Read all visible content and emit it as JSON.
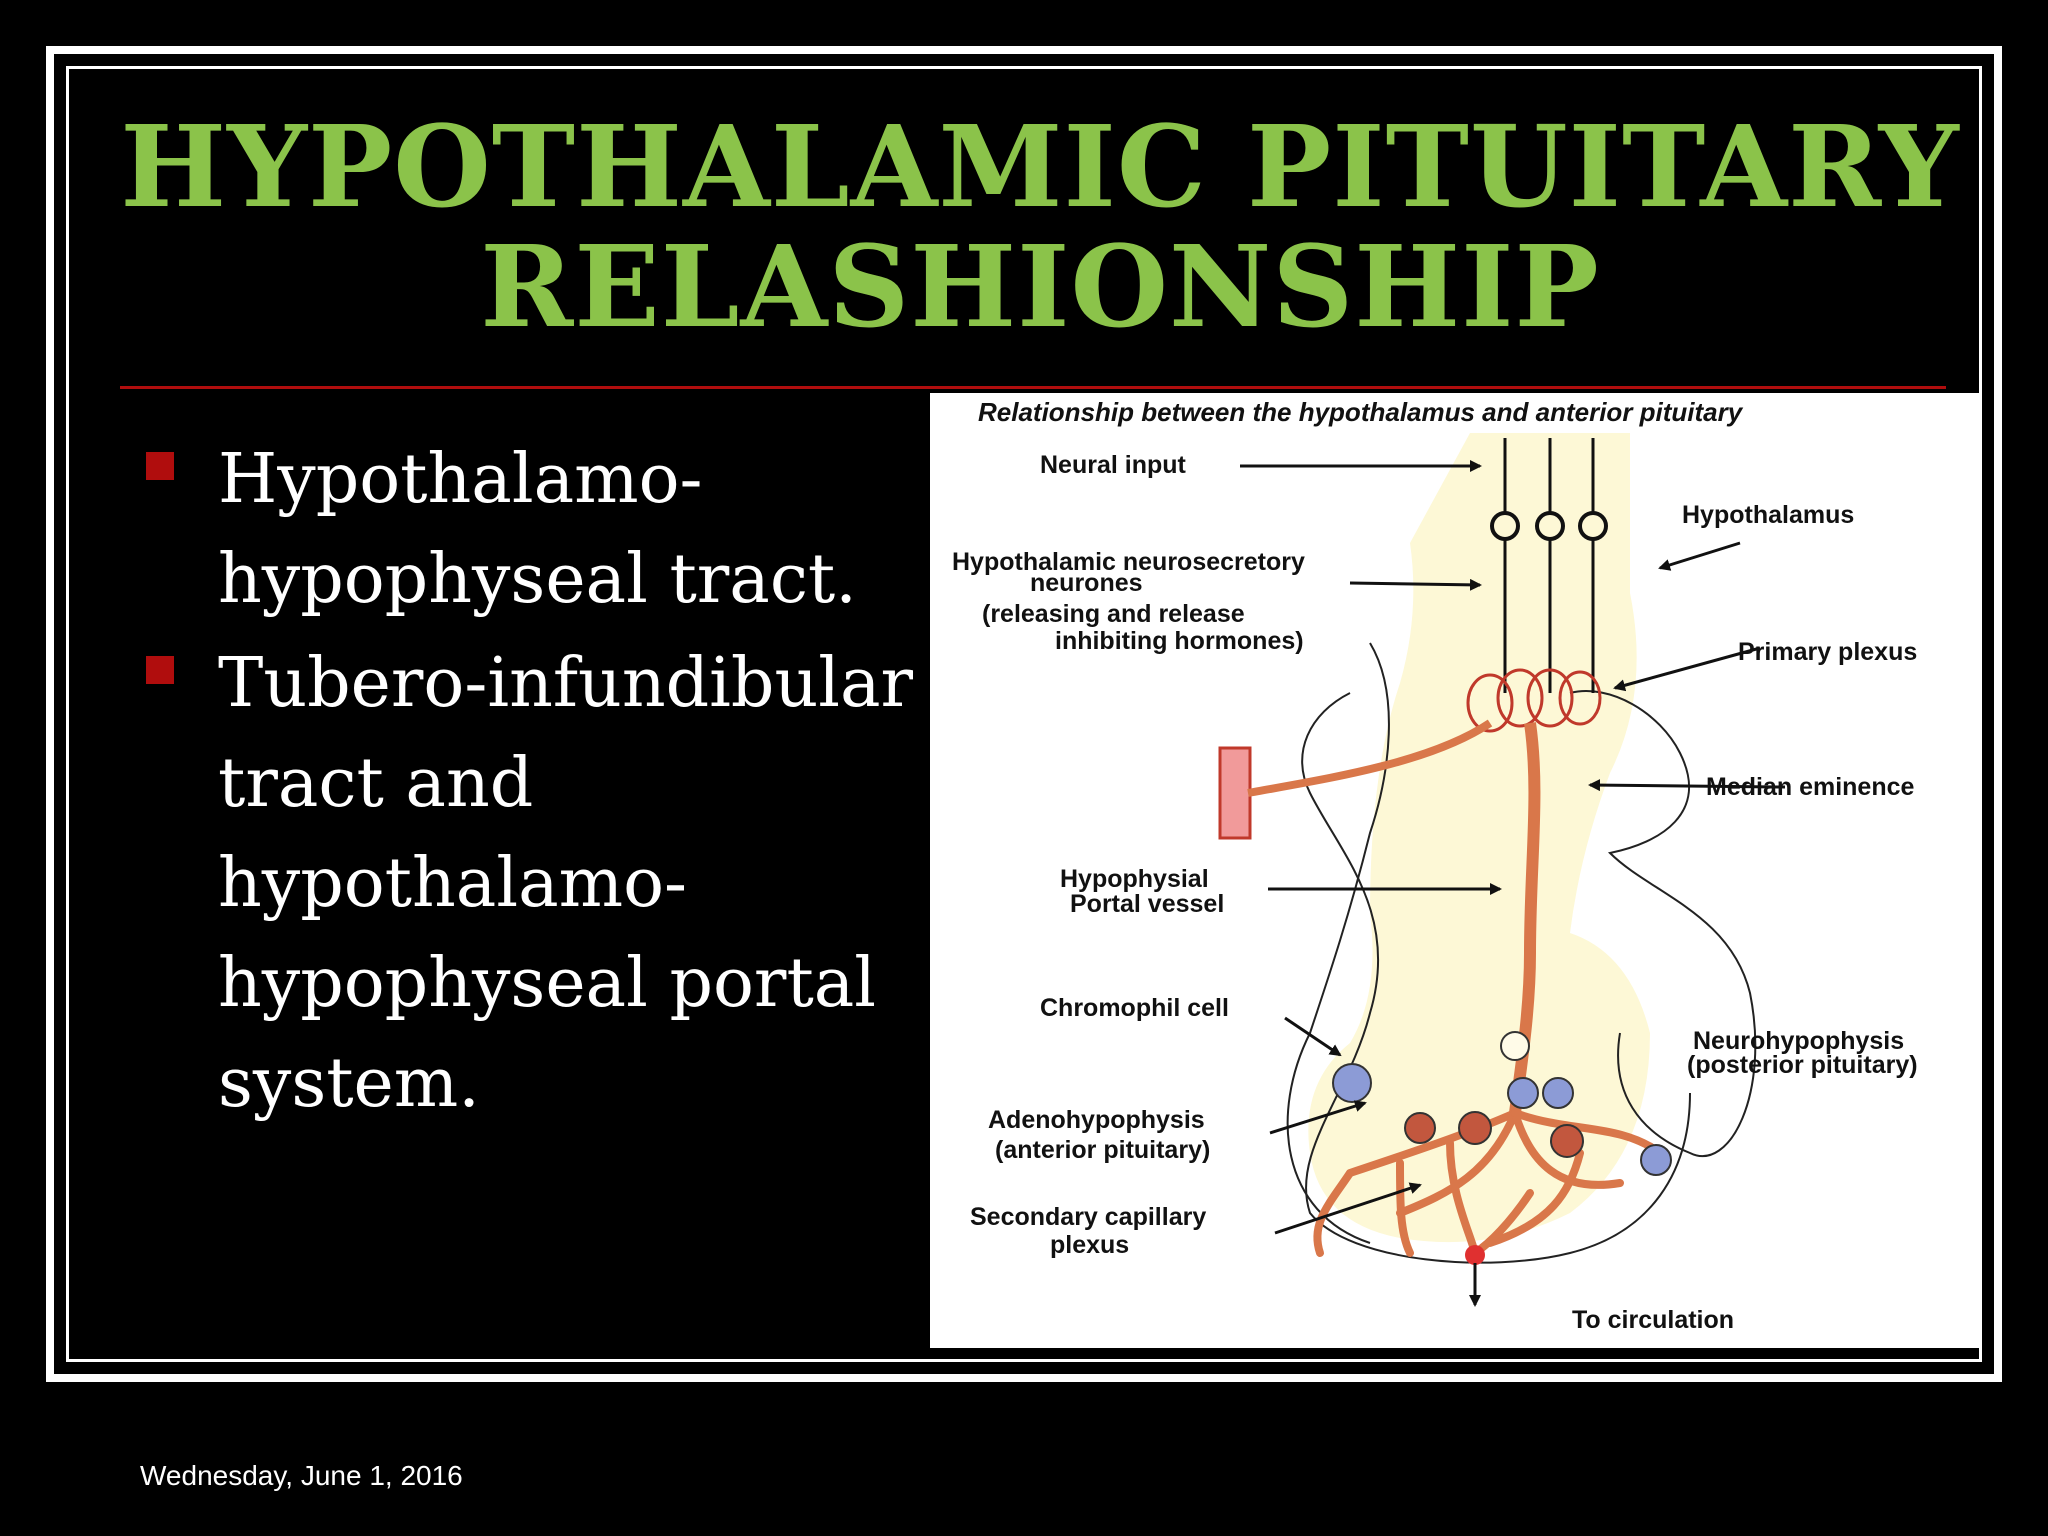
{
  "slide": {
    "title_line1": "HYPOTHALAMIC PITUITARY",
    "title_line2": "RELASHIONSHIP",
    "bullets": [
      "Hypothalamo-hypophyseal tract.",
      "Tubero-infundibular tract and hypothalamo-hypophyseal portal system."
    ],
    "footer_date": "Wednesday, June 1, 2016"
  },
  "diagram": {
    "title": "Relationship between the hypothalamus and anterior pituitary",
    "labels": {
      "neural_input": "Neural input",
      "hypothalamus": "Hypothalamus",
      "neurosecretory_line1": "Hypothalamic neurosecretory",
      "neurosecretory_line2": "neurones",
      "neurosecretory_line3": "(releasing and release",
      "neurosecretory_line4": "inhibiting hormones)",
      "primary_plexus": "Primary plexus",
      "median_eminence": "Median eminence",
      "portal_line1": "Hypophysial",
      "portal_line2": "Portal vessel",
      "chromophil": "Chromophil cell",
      "neurohypophysis_line1": "Neurohypophysis",
      "neurohypophysis_line2": "(posterior pituitary)",
      "adenohypophysis_line1": "Adenohypophysis",
      "adenohypophysis_line2": "(anterior pituitary)",
      "secondary_line1": "Secondary capillary",
      "secondary_line2": "plexus",
      "to_circulation": "To circulation"
    },
    "colors": {
      "vessel": "#d9774a",
      "vessel_dark": "#c0392b",
      "tissue": "#fdf8d6",
      "cell_blue": "#8c9bd6",
      "cell_red": "#c2573e"
    }
  }
}
